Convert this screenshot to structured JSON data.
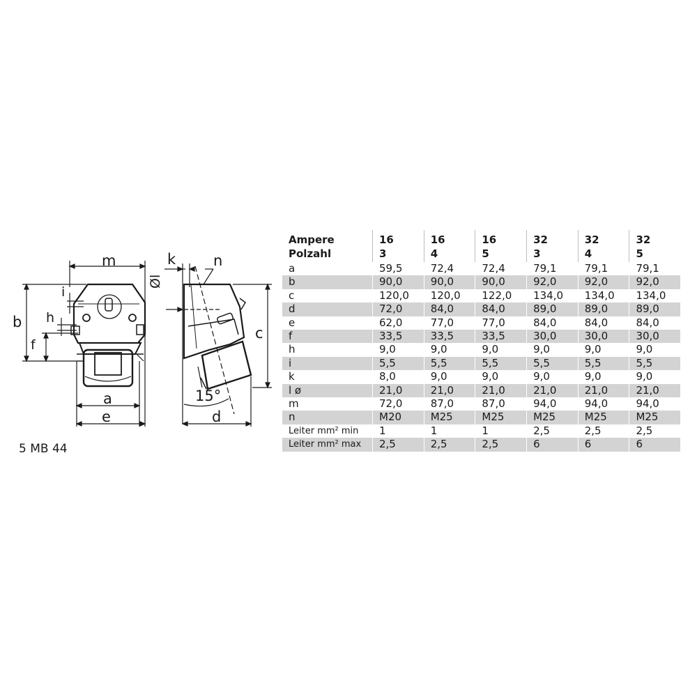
{
  "drawing": {
    "labels": {
      "m": "m",
      "b": "b",
      "i": "i",
      "h": "h",
      "f": "f",
      "a": "a",
      "e": "e",
      "k": "k",
      "n": "n",
      "phi_l": "Øl",
      "c": "c",
      "d": "d",
      "angle": "15°"
    },
    "model": "5 MB 44"
  },
  "table": {
    "header": {
      "row_label_1": "Ampere",
      "row_label_2": "Polzahl",
      "columns": [
        {
          "ampere": "16",
          "poles": "3"
        },
        {
          "ampere": "16",
          "poles": "4"
        },
        {
          "ampere": "16",
          "poles": "5"
        },
        {
          "ampere": "32",
          "poles": "3"
        },
        {
          "ampere": "32",
          "poles": "4"
        },
        {
          "ampere": "32",
          "poles": "5"
        }
      ]
    },
    "rows": [
      {
        "label": "a",
        "values": [
          "59,5",
          "72,4",
          "72,4",
          "79,1",
          "79,1",
          "79,1"
        ]
      },
      {
        "label": "b",
        "values": [
          "90,0",
          "90,0",
          "90,0",
          "92,0",
          "92,0",
          "92,0"
        ]
      },
      {
        "label": "c",
        "values": [
          "120,0",
          "120,0",
          "122,0",
          "134,0",
          "134,0",
          "134,0"
        ]
      },
      {
        "label": "d",
        "values": [
          "72,0",
          "84,0",
          "84,0",
          "89,0",
          "89,0",
          "89,0"
        ]
      },
      {
        "label": "e",
        "values": [
          "62,0",
          "77,0",
          "77,0",
          "84,0",
          "84,0",
          "84,0"
        ]
      },
      {
        "label": "f",
        "values": [
          "33,5",
          "33,5",
          "33,5",
          "30,0",
          "30,0",
          "30,0"
        ]
      },
      {
        "label": "h",
        "values": [
          "9,0",
          "9,0",
          "9,0",
          "9,0",
          "9,0",
          "9,0"
        ]
      },
      {
        "label": "i",
        "values": [
          "5,5",
          "5,5",
          "5,5",
          "5,5",
          "5,5",
          "5,5"
        ]
      },
      {
        "label": "k",
        "values": [
          "8,0",
          "9,0",
          "9,0",
          "9,0",
          "9,0",
          "9,0"
        ]
      },
      {
        "label": "l ø",
        "values": [
          "21,0",
          "21,0",
          "21,0",
          "21,0",
          "21,0",
          "21,0"
        ]
      },
      {
        "label": "m",
        "values": [
          "72,0",
          "87,0",
          "87,0",
          "94,0",
          "94,0",
          "94,0"
        ]
      },
      {
        "label": "n",
        "values": [
          "M20",
          "M25",
          "M25",
          "M25",
          "M25",
          "M25"
        ]
      },
      {
        "label": "Leiter mm² min",
        "values": [
          "1",
          "1",
          "1",
          "2,5",
          "2,5",
          "2,5"
        ]
      },
      {
        "label": "Leiter mm² max",
        "values": [
          "2,5",
          "2,5",
          "2,5",
          "6",
          "6",
          "6"
        ]
      }
    ]
  }
}
